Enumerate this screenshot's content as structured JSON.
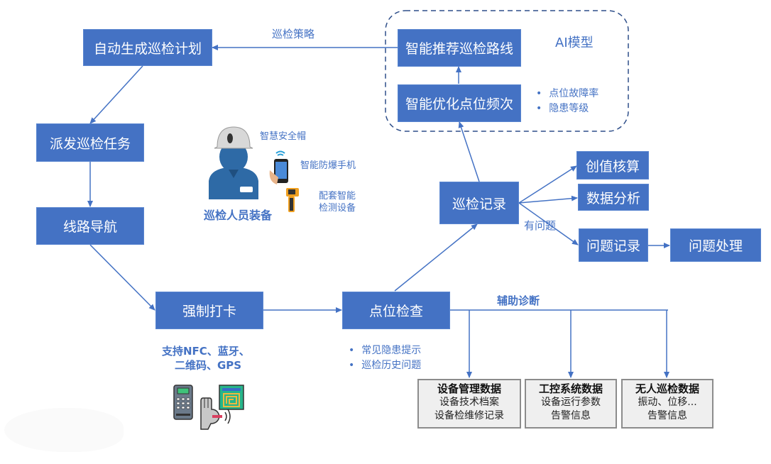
{
  "flow": {
    "auto_plan": "自动生成巡检计划",
    "dispatch": "派发巡检任务",
    "navigation": "线路导航",
    "checkin": "强制打卡",
    "point_check": "点位检查",
    "record": "巡检记录",
    "value_accounting": "创值核算",
    "data_analysis": "数据分析",
    "issue_record": "问题记录",
    "issue_handling": "问题处理"
  },
  "ai_model": {
    "title": "AI模型",
    "recommend_route": "智能推荐巡检路线",
    "optimize_frequency": "智能优化点位频次",
    "factors": [
      "点位故障率",
      "隐患等级"
    ]
  },
  "labels": {
    "strategy": "巡检策略",
    "has_issue": "有问题",
    "assist_diagnosis": "辅助诊断",
    "checkin_support_line1": "支持NFC、蓝牙、",
    "checkin_support_line2": "二维码、GPS"
  },
  "point_check_hints": [
    "常见隐患提示",
    "巡检历史问题"
  ],
  "equipment": {
    "title": "巡检人员装备",
    "helmet": "智慧安全帽",
    "phone": "智能防爆手机",
    "device_line1": "配套智能",
    "device_line2": "检测设备"
  },
  "data_sources": [
    {
      "title": "设备管理数据",
      "lines": [
        "设备技术档案",
        "设备检维修记录"
      ]
    },
    {
      "title": "工控系统数据",
      "lines": [
        "设备运行参数",
        "告警信息"
      ]
    },
    {
      "title": "无人巡检数据",
      "lines": [
        "振动、位移...",
        "告警信息"
      ]
    }
  ],
  "colors": {
    "box_blue": "#4472c4",
    "arrow_blue": "#4472c4",
    "data_box_bg": "#efefef",
    "data_box_border": "#8c8c8c"
  }
}
